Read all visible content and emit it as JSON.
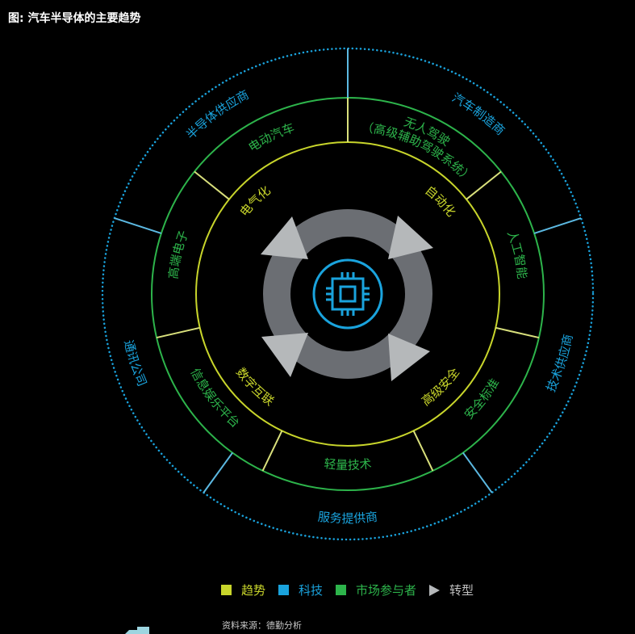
{
  "title": "图: 汽车半导体的主要趋势",
  "colors": {
    "trend": "#c8d52b",
    "tech": "#1aa3dd",
    "market": "#2db44b",
    "transform": "#b5b8ba",
    "ring": "#6b6e73"
  },
  "outer_ring": [
    "汽车制造商",
    "技术供应商",
    "服务提供商",
    "通讯公司",
    "半导体供应商"
  ],
  "middle_ring": [
    "无人驾驶",
    "（高级辅助驾驶系统）",
    "人工智能",
    "安全标准",
    "轻量技术",
    "信息娱乐平台",
    "高端电子",
    "电动汽车"
  ],
  "inner_ring": [
    "自动化",
    "高级安全",
    "数字互联",
    "电气化"
  ],
  "center_icon": "chip-icon",
  "legend": {
    "trend": "趋势",
    "tech": "科技",
    "market": "市场参与者",
    "transform": "转型"
  },
  "source": "资料来源：德勤分析"
}
